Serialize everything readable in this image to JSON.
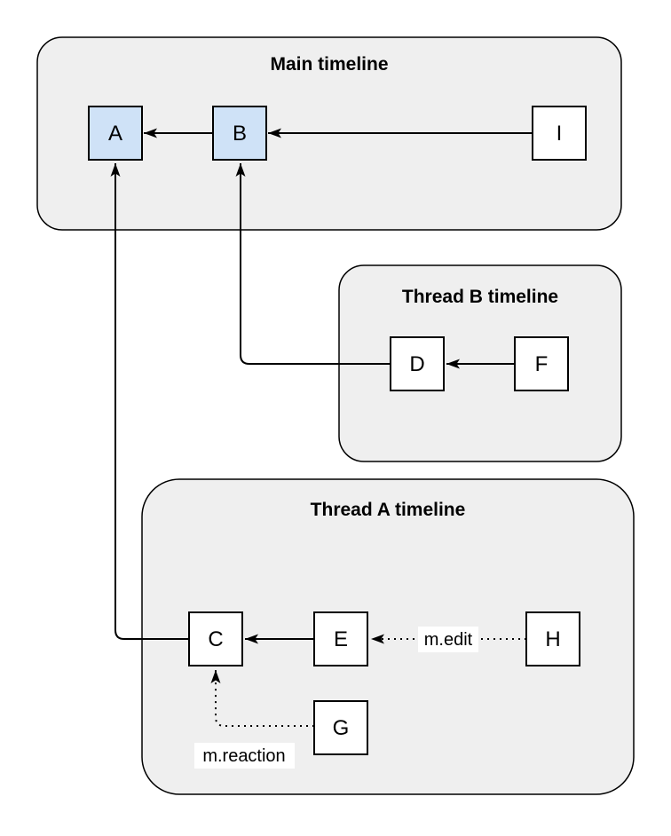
{
  "diagram": {
    "kind": "event-timeline-graph",
    "colors": {
      "page_background": "#ffffff",
      "container_fill": "#efefef",
      "container_border": "#000000",
      "node_fill_highlight": "#cfe2f7",
      "node_fill_default": "#ffffff",
      "node_border": "#000000",
      "edge_color": "#000000",
      "label_background": "#ffffff"
    },
    "containers": [
      {
        "id": "main",
        "title": "Main timeline"
      },
      {
        "id": "thread-b",
        "title": "Thread B timeline"
      },
      {
        "id": "thread-a",
        "title": "Thread A timeline"
      }
    ],
    "nodes": [
      {
        "id": "A",
        "label": "A",
        "container": "main",
        "highlighted": true
      },
      {
        "id": "B",
        "label": "B",
        "container": "main",
        "highlighted": true
      },
      {
        "id": "I",
        "label": "I",
        "container": "main",
        "highlighted": false
      },
      {
        "id": "D",
        "label": "D",
        "container": "thread-b",
        "highlighted": false
      },
      {
        "id": "F",
        "label": "F",
        "container": "thread-b",
        "highlighted": false
      },
      {
        "id": "C",
        "label": "C",
        "container": "thread-a",
        "highlighted": false
      },
      {
        "id": "E",
        "label": "E",
        "container": "thread-a",
        "highlighted": false
      },
      {
        "id": "H",
        "label": "H",
        "container": "thread-a",
        "highlighted": false
      },
      {
        "id": "G",
        "label": "G",
        "container": "thread-a",
        "highlighted": false
      }
    ],
    "edges": [
      {
        "from": "B",
        "to": "A",
        "style": "solid",
        "label": ""
      },
      {
        "from": "I",
        "to": "B",
        "style": "solid",
        "label": ""
      },
      {
        "from": "F",
        "to": "D",
        "style": "solid",
        "label": ""
      },
      {
        "from": "D",
        "to": "B",
        "style": "solid",
        "label": ""
      },
      {
        "from": "E",
        "to": "C",
        "style": "solid",
        "label": ""
      },
      {
        "from": "C",
        "to": "A",
        "style": "solid",
        "label": ""
      },
      {
        "from": "H",
        "to": "E",
        "style": "dotted",
        "label": "m.edit"
      },
      {
        "from": "G",
        "to": "C",
        "style": "dotted",
        "label": "m.reaction"
      }
    ]
  }
}
